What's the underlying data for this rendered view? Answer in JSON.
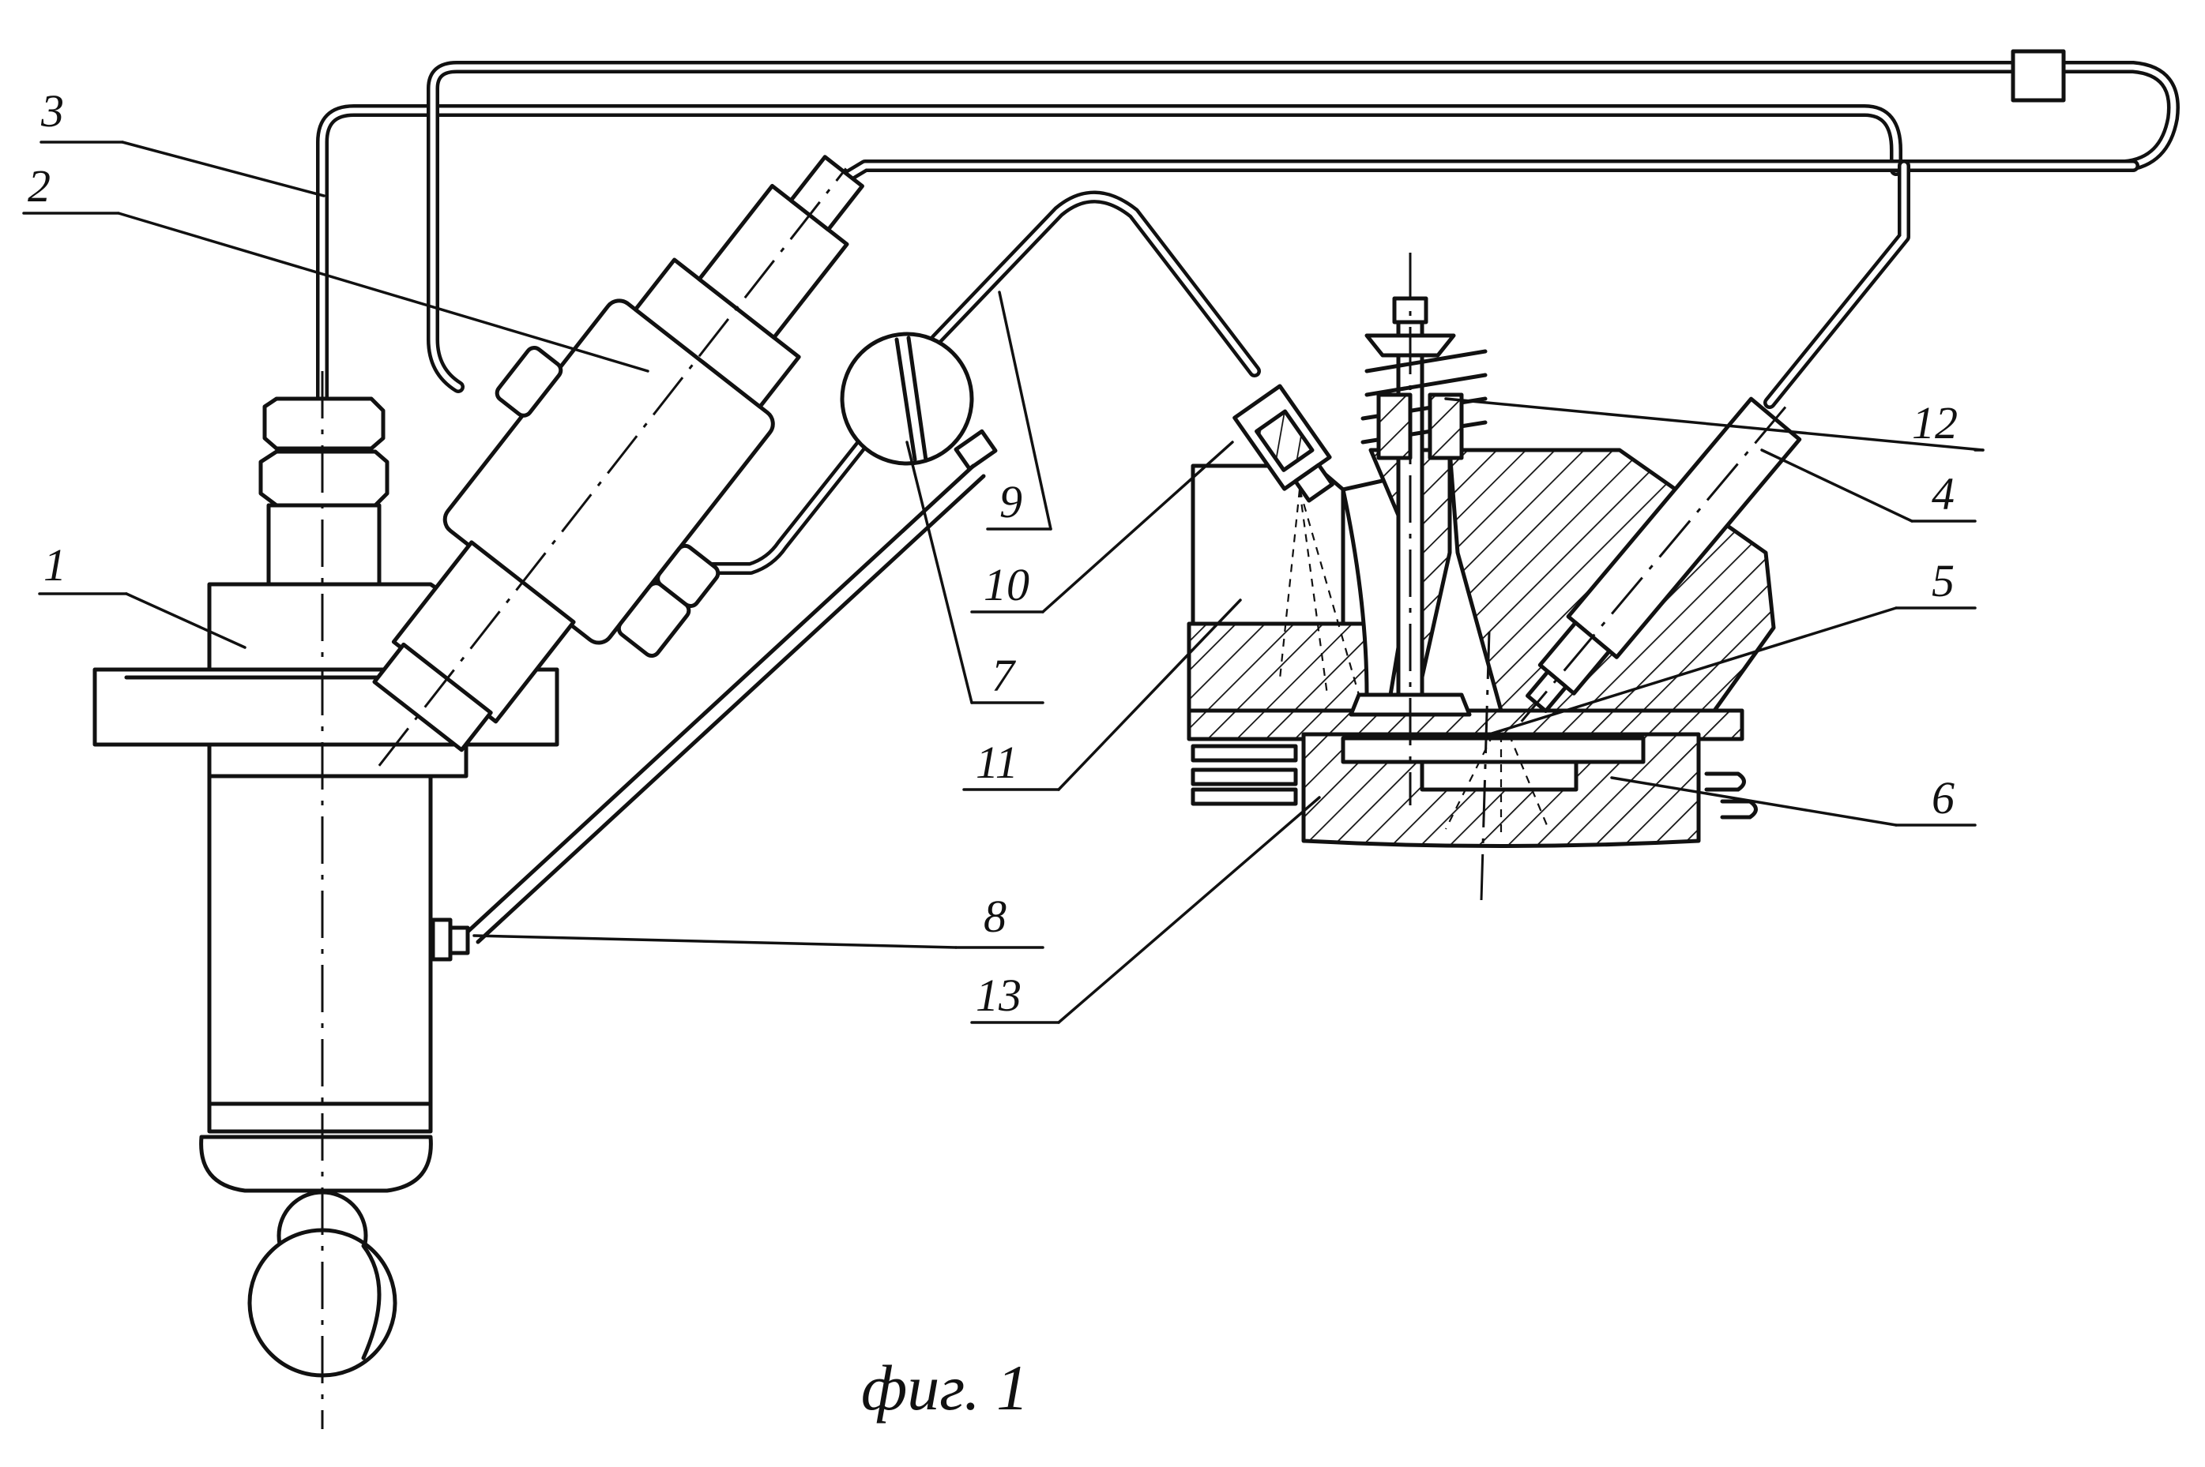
{
  "caption": "фиг. 1",
  "labels": {
    "l1": "1",
    "l2": "2",
    "l3": "3",
    "l4": "4",
    "l5": "5",
    "l6": "6",
    "l7": "7",
    "l8": "8",
    "l9": "9",
    "l10": "10",
    "l11": "11",
    "l12": "12",
    "l13": "13"
  }
}
